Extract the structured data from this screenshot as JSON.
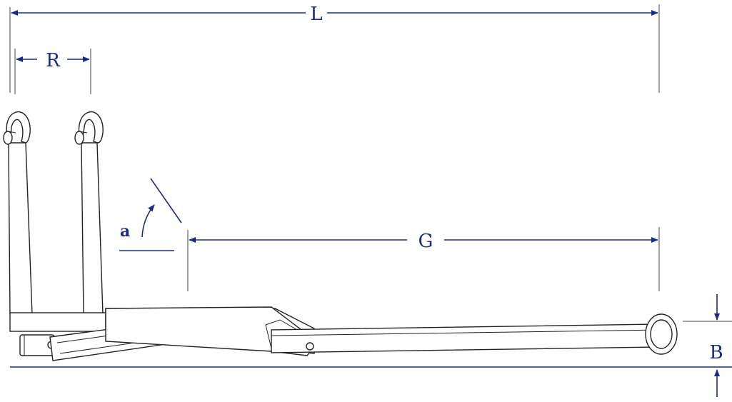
{
  "dimensions": {
    "L": "L",
    "R": "R",
    "G": "G",
    "B": "B",
    "a": "a"
  },
  "colors": {
    "dimension": "#1a2a8c",
    "outline": "#222222"
  }
}
